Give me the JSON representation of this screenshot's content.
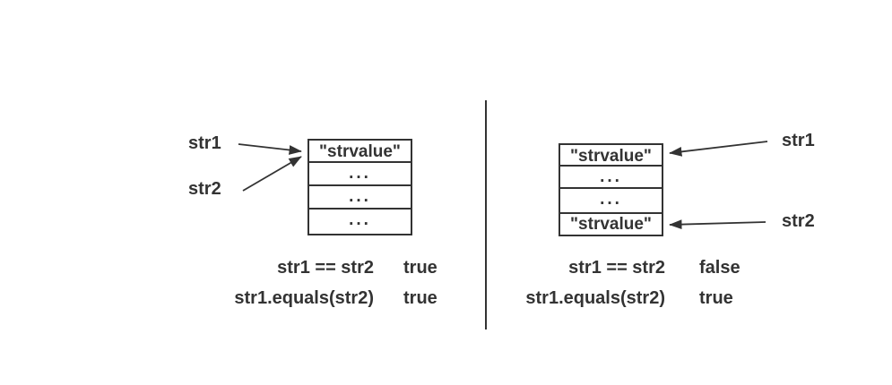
{
  "colors": {
    "ink": "#333333",
    "background": "#ffffff"
  },
  "left_panel": {
    "pointer_labels": [
      "str1",
      "str2"
    ],
    "memory_box_rows": [
      "\"strvalue\"",
      "...",
      "...",
      "..."
    ],
    "results": [
      {
        "expression": "str1 == str2",
        "value": "true"
      },
      {
        "expression": "str1.equals(str2)",
        "value": "true"
      }
    ]
  },
  "right_panel": {
    "pointer_labels": [
      "str1",
      "str2"
    ],
    "memory_box_rows": [
      "\"strvalue\"",
      "...",
      "...",
      "\"strvalue\""
    ],
    "results": [
      {
        "expression": "str1 == str2",
        "value": "false"
      },
      {
        "expression": "str1.equals(str2)",
        "value": "true"
      }
    ]
  }
}
